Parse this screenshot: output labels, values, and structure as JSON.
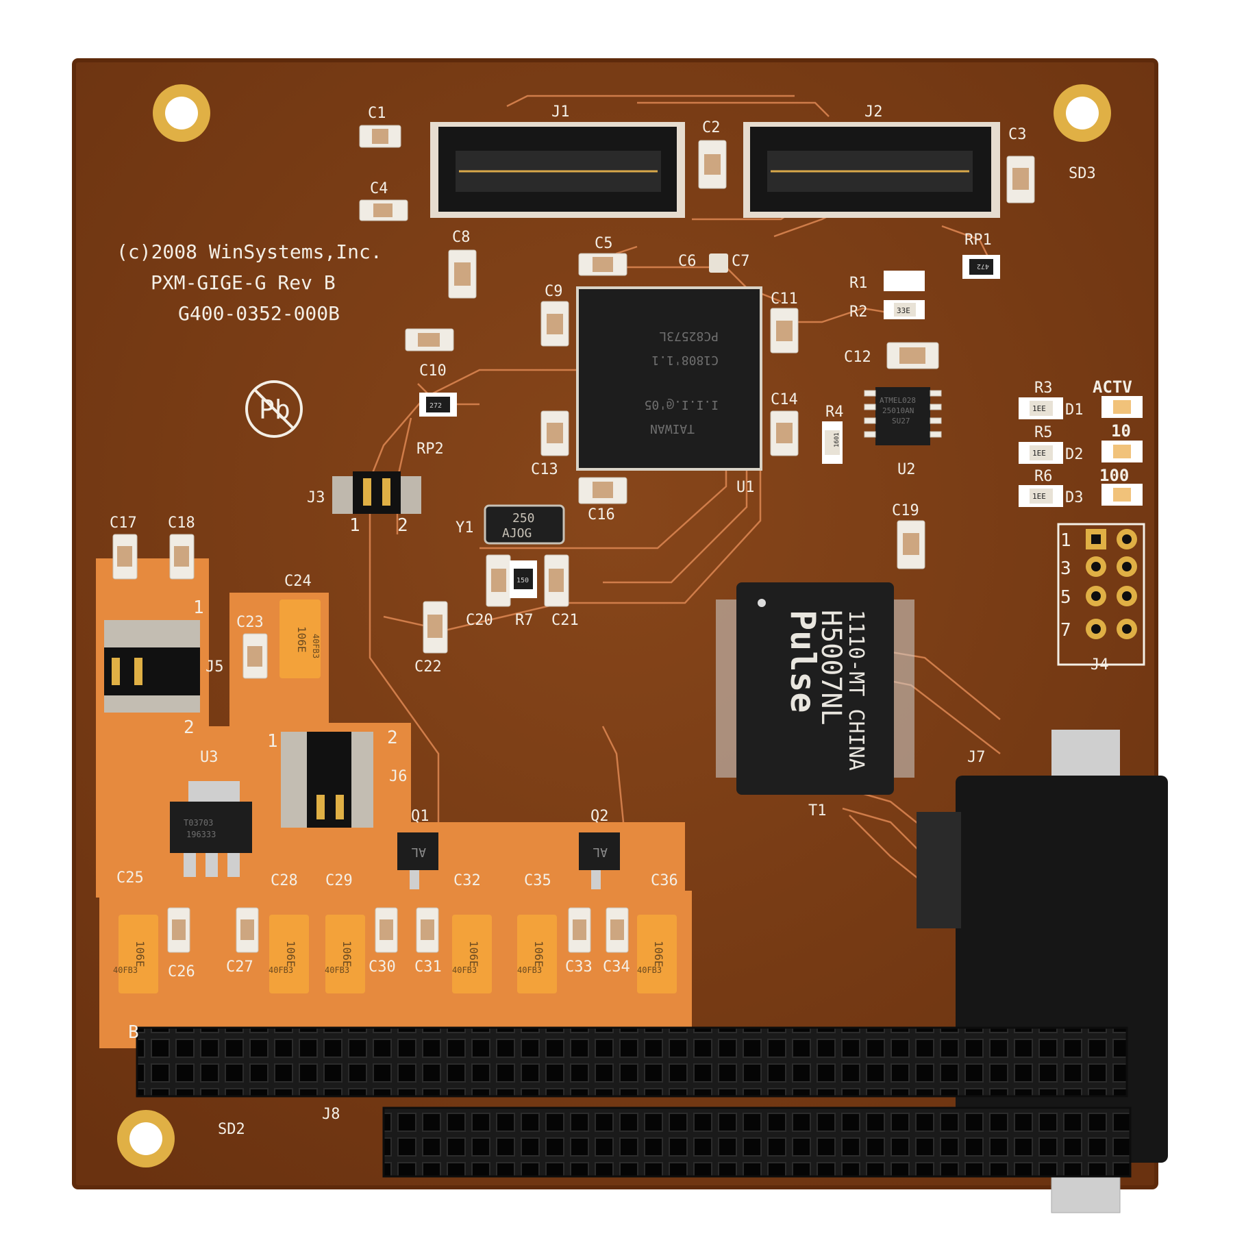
{
  "board": {
    "copyright": "(c)2008 WinSystems,Inc.",
    "model": "PXM-GIGE-G  Rev B",
    "part_number": "G400-0352-000B",
    "lead_free_mark": "Pb"
  },
  "colors": {
    "board": "#7a3d14",
    "board_edge": "#5e2a0b",
    "copper_plane": "#e68a3e",
    "trace": "#d98450",
    "silkscreen": "#f4efe6",
    "chip_body": "#1d1d1d",
    "gold": "#e0b045",
    "tantalum": "#f3a23a"
  },
  "designators": {
    "c1": "C1",
    "c2": "C2",
    "c3": "C3",
    "c4": "C4",
    "c5": "C5",
    "c6": "C6",
    "c7": "C7",
    "c8": "C8",
    "c9": "C9",
    "c10": "C10",
    "c11": "C11",
    "c12": "C12",
    "c13": "C13",
    "c14": "C14",
    "c16": "C16",
    "c17": "C17",
    "c18": "C18",
    "c19": "C19",
    "c20": "C20",
    "c21": "C21",
    "c22": "C22",
    "c23": "C23",
    "c24": "C24",
    "c25": "C25",
    "c26": "C26",
    "c27": "C27",
    "c28": "C28",
    "c29": "C29",
    "c30": "C30",
    "c31": "C31",
    "c32": "C32",
    "c33": "C33",
    "c34": "C34",
    "c35": "C35",
    "c36": "C36",
    "j1": "J1",
    "j2": "J2",
    "j3": "J3",
    "j4": "J4",
    "j5": "J5",
    "j6": "J6",
    "j7": "J7",
    "j8": "J8",
    "r1": "R1",
    "r2": "R2",
    "r3": "R3",
    "r4": "R4",
    "r5": "R5",
    "r6": "R6",
    "r7": "R7",
    "rp1": "RP1",
    "rp2": "RP2",
    "u1": "U1",
    "u2": "U2",
    "u3": "U3",
    "t1": "T1",
    "y1": "Y1",
    "q1": "Q1",
    "q2": "Q2",
    "sd2": "SD2",
    "sd3": "SD3",
    "d1": "D1",
    "d2": "D2",
    "d3": "D3",
    "led_actv": "ACTV",
    "led_10": "10",
    "led_100": "100"
  },
  "pin_labels": {
    "j3_1": "1",
    "j3_2": "2",
    "j4_1": "1",
    "j4_3": "3",
    "j4_5": "5",
    "j4_7": "7",
    "j5_1": "1",
    "j5_2": "2",
    "j6_1": "1",
    "j6_2": "2",
    "b": "B"
  },
  "chip_markings": {
    "u1": [
      "TAIWAN",
      "I.I.I.@'05",
      "C1808'1.1",
      "PC82573L"
    ],
    "u2": [
      "ATMEL028",
      "25010AN",
      "SU27"
    ],
    "u3": [
      "T03703",
      "196333"
    ],
    "t1": [
      "Pulse",
      "H5007NL",
      "1110-MT CHINA"
    ],
    "y1": [
      "250",
      "AJOG"
    ],
    "q1": "AL",
    "q2": "AL",
    "r2": "33E",
    "r3": "1EE",
    "r5": "1EE",
    "r6": "1EE",
    "r7": "150",
    "r4": "1601",
    "rp1": "472",
    "rp2": "272",
    "tantalum": [
      "106E",
      "40FB3"
    ]
  }
}
